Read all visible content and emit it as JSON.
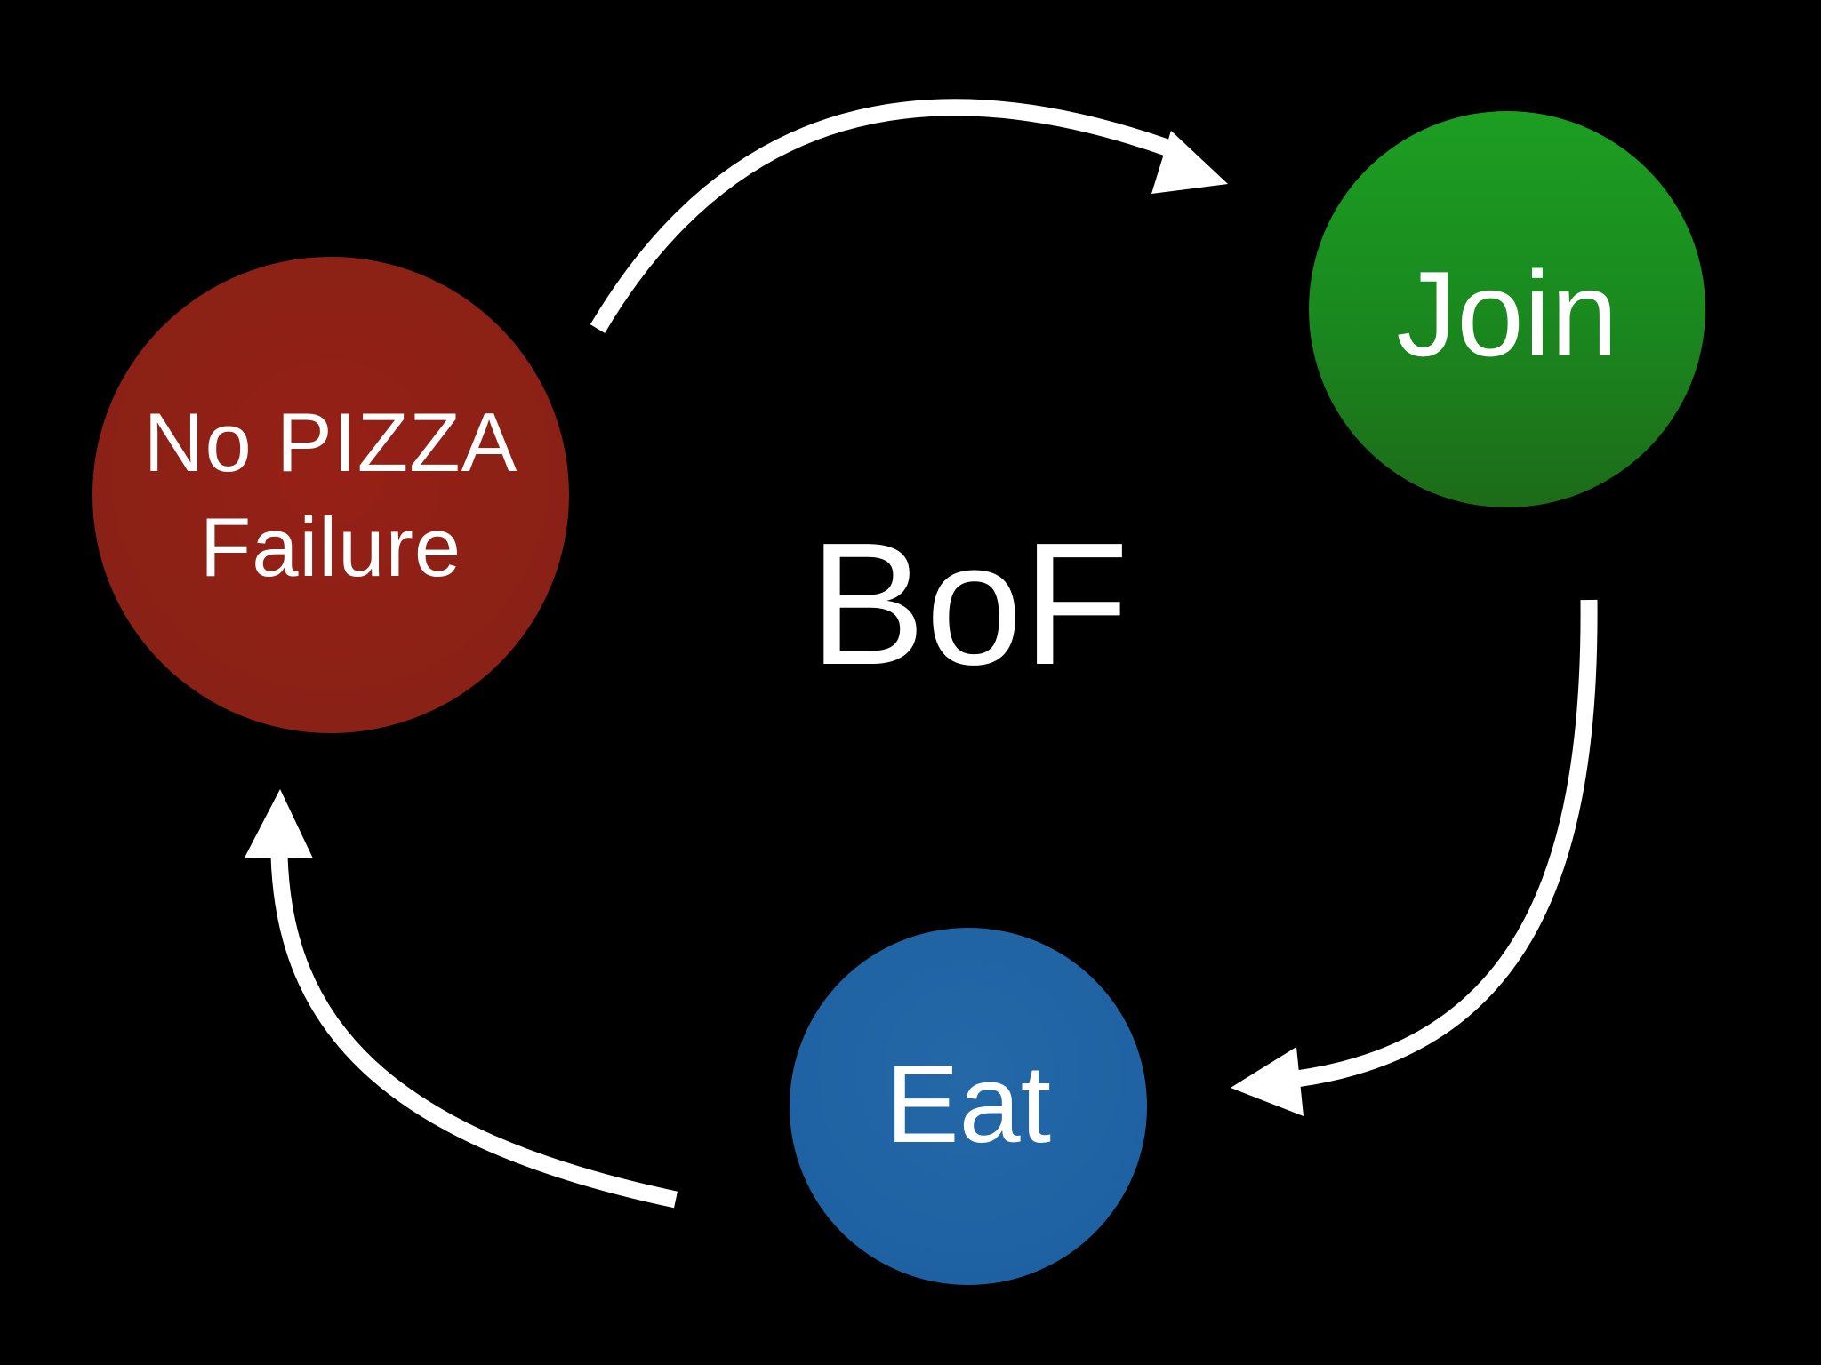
{
  "diagram": {
    "title": "BoF",
    "nodes": [
      {
        "id": "no-pizza",
        "lines": [
          "No PIZZA",
          "Failure"
        ],
        "color": "#8a2116"
      },
      {
        "id": "join",
        "lines": [
          "Join"
        ],
        "color": "#1a8a1f"
      },
      {
        "id": "eat",
        "lines": [
          "Eat"
        ],
        "color": "#1f62a3"
      }
    ],
    "edges": [
      {
        "from": "no-pizza",
        "to": "join"
      },
      {
        "from": "join",
        "to": "eat"
      },
      {
        "from": "eat",
        "to": "no-pizza"
      }
    ],
    "background": "#000000",
    "arrow_color": "#ffffff",
    "text_color": "#ffffff"
  }
}
